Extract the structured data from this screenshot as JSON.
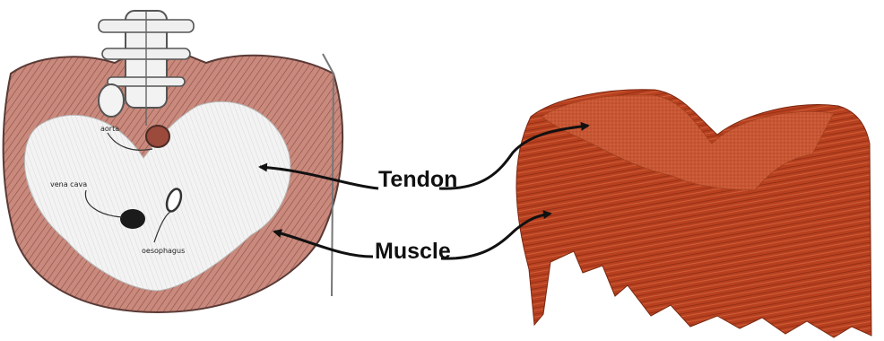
{
  "figure": {
    "left_panel": {
      "structure_labels": {
        "aorta": "aorta",
        "vena_cava": "vena cava",
        "oesophagus": "oesophagus"
      }
    },
    "callouts": {
      "tendon": "Tendon",
      "muscle": "Muscle"
    }
  },
  "colors": {
    "muscle_illustration": "#c9897c",
    "tendon_illustration": "#f2f2f2",
    "model_muscle": "#b8401f",
    "model_tendon": "#c85634",
    "arrow": "#111111"
  }
}
